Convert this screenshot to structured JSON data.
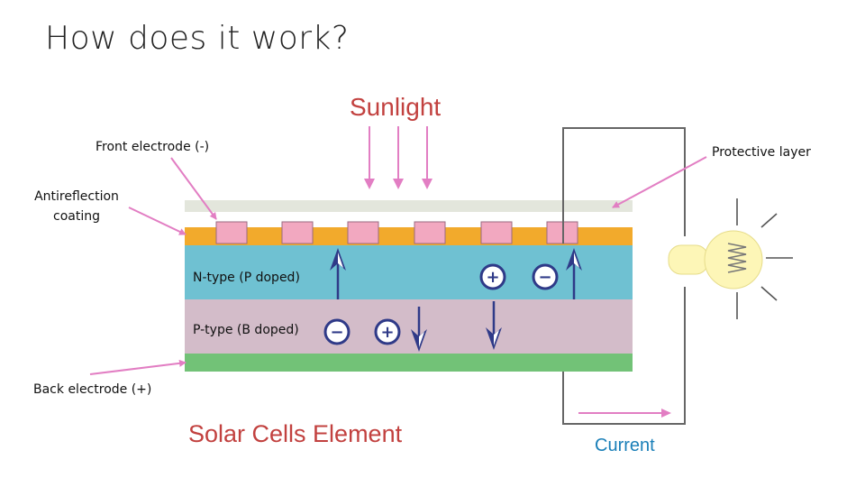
{
  "slide": {
    "title": "How does it work?"
  },
  "diagram": {
    "heading_top": "Sunlight",
    "heading_bottom": "Solar Cells Element",
    "current_label": "Current",
    "labels": {
      "front_electrode": "Front electrode (-)",
      "protective_layer": "Protective layer",
      "antireflection_line1": "Antireflection",
      "antireflection_line2": "coating",
      "back_electrode": "Back electrode (+)",
      "n_type": "N-type (P doped)",
      "p_type": "P-type (B doped)"
    },
    "charges": [
      "+",
      "−",
      "−",
      "+"
    ],
    "colors": {
      "heading": "#c2413f",
      "current": "#1a7fb8",
      "protective_layer": "#e3e6dc",
      "antireflection": "#f2aa2c",
      "front_electrode": "#f2a8c0",
      "n_type": "#6fc1d2",
      "p_type": "#d3bcc9",
      "back_electrode": "#72c277",
      "pointer": "#e27ec3",
      "charge": "#2f3a88",
      "wire": "#666666",
      "bulb": "#fdf6b7"
    },
    "icons": [
      "sunlight-arrow-icon",
      "light-bulb-icon",
      "electron-arrow-icon",
      "hole-arrow-icon",
      "plus-charge-icon",
      "minus-charge-icon"
    ]
  }
}
